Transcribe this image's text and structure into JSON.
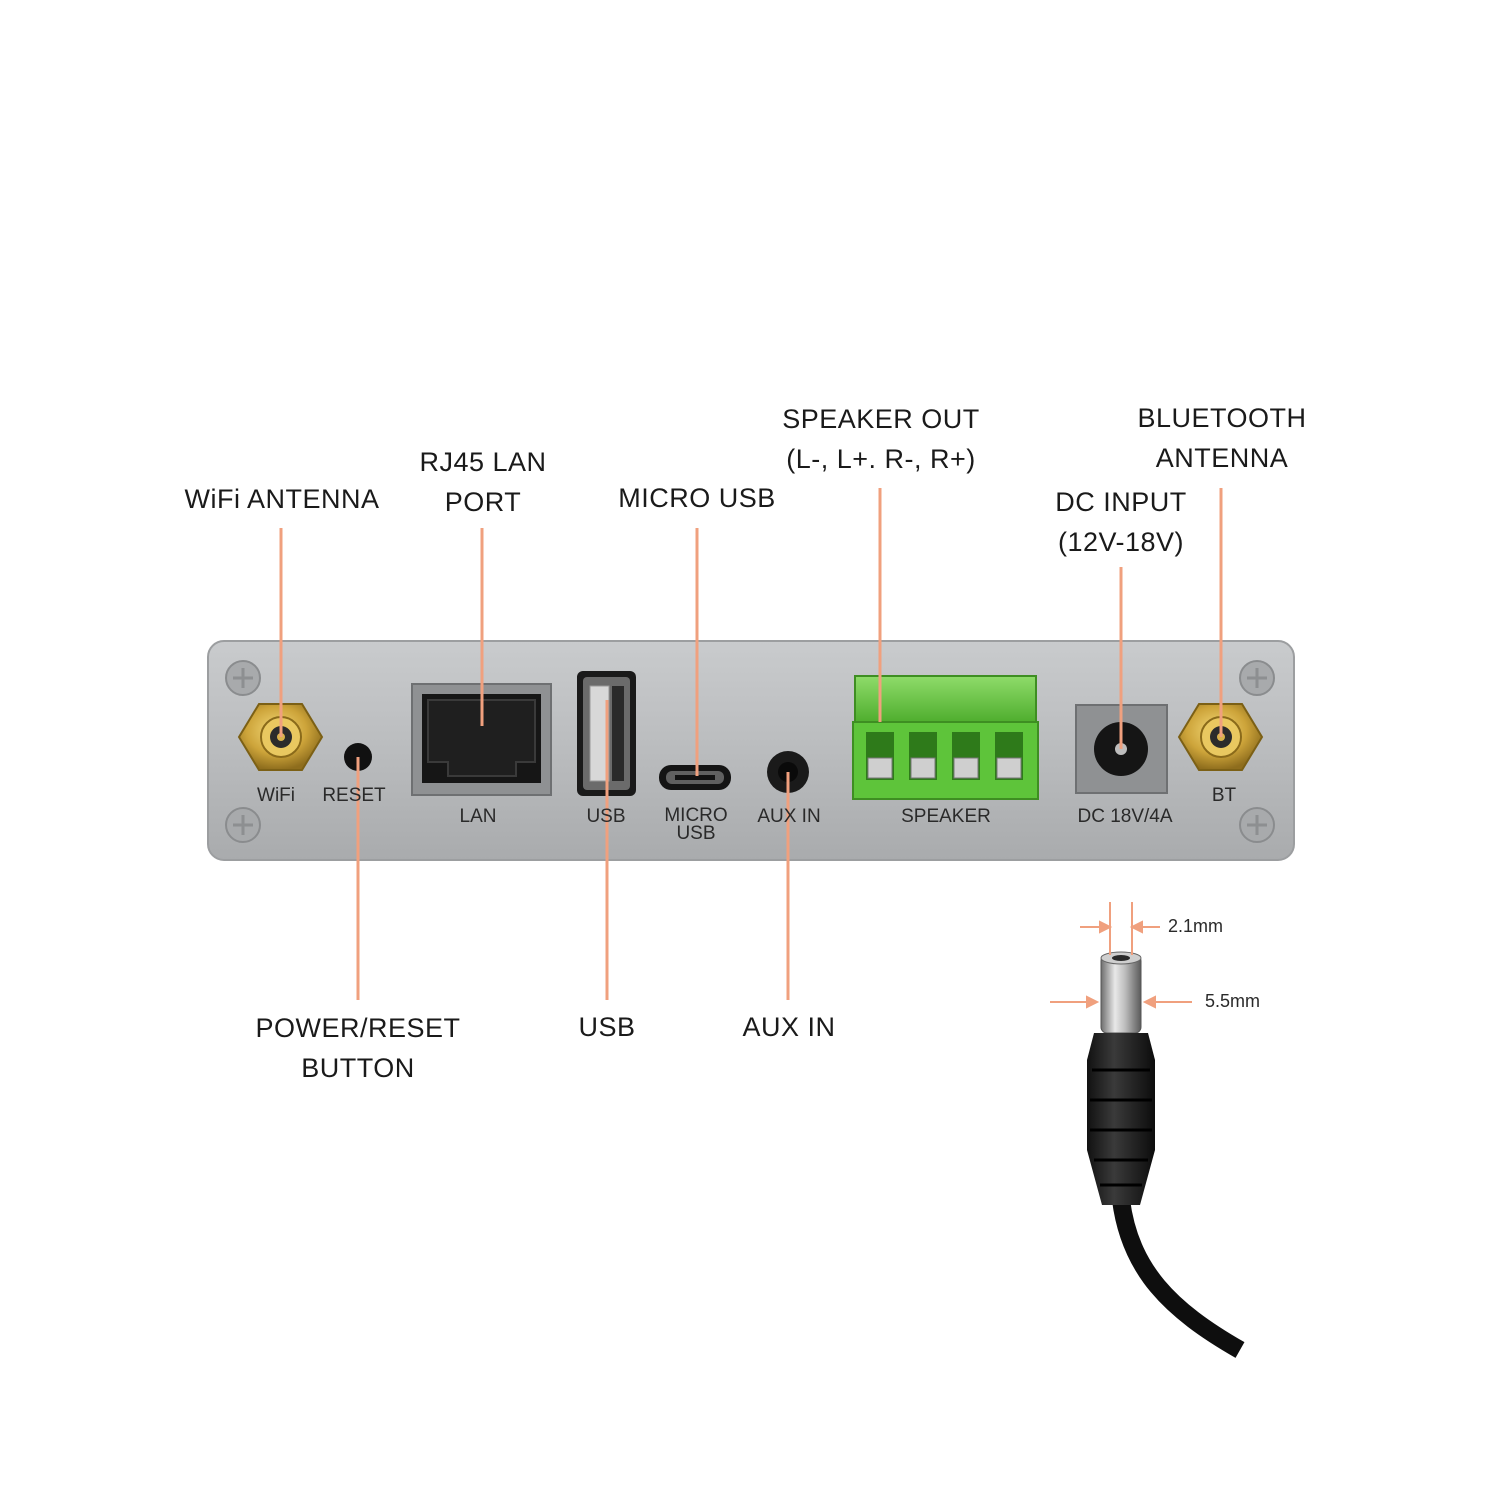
{
  "colors": {
    "leader": "#f0a07e",
    "panel": "#b8babc",
    "terminal_green": "#6bc94a",
    "gold": "#c8a030"
  },
  "callouts": {
    "wifi_antenna": "WiFi  ANTENNA",
    "rj45_line1": "RJ45 LAN",
    "rj45_line2": "PORT",
    "micro_usb": "MICRO  USB",
    "speaker_line1": "SPEAKER  OUT",
    "speaker_line2": "(L-, L+. R-, R+)",
    "dc_line1": "DC INPUT",
    "dc_line2": "(12V-18V)",
    "bt_line1": "BLUETOOTH",
    "bt_line2": "ANTENNA",
    "power_line1": "POWER/RESET",
    "power_line2": "BUTTON",
    "usb": "USB",
    "aux_in": "AUX IN"
  },
  "panel_labels": {
    "wifi": "WiFi",
    "reset": "RESET",
    "lan": "LAN",
    "usb": "USB",
    "micro_line1": "MICRO",
    "micro_line2": "USB",
    "aux": "AUX IN",
    "speaker": "SPEAKER",
    "dc": "DC 18V/4A",
    "bt": "BT"
  },
  "plug_dimensions": {
    "inner": "2.1mm",
    "outer": "5.5mm"
  }
}
